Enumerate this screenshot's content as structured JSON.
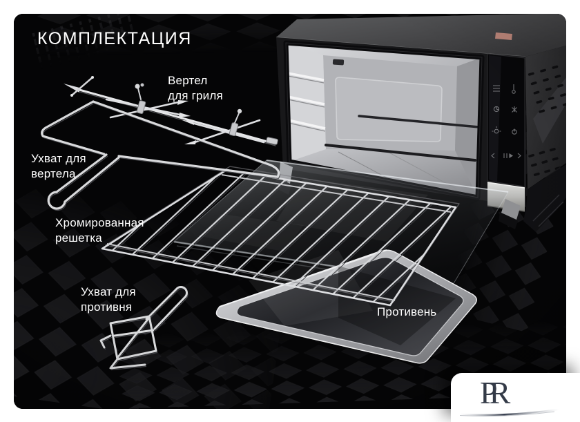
{
  "page": {
    "title": "КОМПЛЕКТАЦИЯ",
    "background_color": "#ffffff",
    "panel_color": "#050506"
  },
  "callouts": [
    {
      "id": "spit",
      "lines": [
        "Вертел",
        "для гриля"
      ]
    },
    {
      "id": "spit-holder",
      "lines": [
        "Ухват для",
        "вертела"
      ]
    },
    {
      "id": "rack",
      "lines": [
        "Хромированная",
        "решетка"
      ]
    },
    {
      "id": "tray-holder",
      "lines": [
        "Ухват для",
        "противня"
      ]
    },
    {
      "id": "tray",
      "lines": [
        "Противень"
      ]
    }
  ],
  "logo": {
    "monogram": "PR"
  },
  "colors": {
    "label_text": "#ffffff",
    "sticker": "#c98d7f",
    "chrome": "#d9dadc",
    "logo_monogram": "#333a47"
  }
}
